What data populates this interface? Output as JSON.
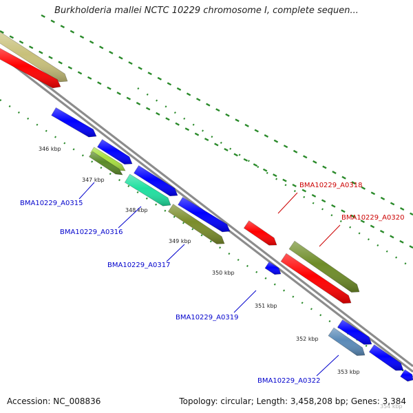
{
  "header": {
    "title": "Burkholderia mallei NCTC 10229 chromosome I, complete sequen..."
  },
  "footer": {
    "accession": "Accession: NC_008836",
    "summary": "Topology: circular; Length: 3,458,208 bp; Genes: 3,384"
  },
  "colors": {
    "backbone": "#8c8c8c",
    "tick": "#2a8a2a",
    "leader_forward": "#0000cc",
    "leader_reverse": "#cc0000",
    "label_forward": "#0000cc",
    "label_reverse": "#cc0000"
  },
  "map": {
    "kbp_labels": [
      "346 kbp",
      "347 kbp",
      "348 kbp",
      "349 kbp",
      "350 kbp",
      "351 kbp",
      "352 kbp",
      "353 kbp",
      "354 kbp"
    ],
    "features": [
      {
        "ring": "outer",
        "color": "#c8c07a"
      },
      {
        "ring": "outer",
        "color": "#ff0000"
      },
      {
        "ring": "inner",
        "color": "#0000ff"
      },
      {
        "ring": "inner",
        "color": "#0000ff"
      },
      {
        "ring": "inner",
        "color": "#a8e040"
      },
      {
        "ring": "inner",
        "color": "#5a8a28"
      },
      {
        "ring": "inner",
        "color": "#0000ff"
      },
      {
        "ring": "inner",
        "color": "#20e0a0"
      },
      {
        "ring": "inner",
        "color": "#0000ff"
      },
      {
        "ring": "inner",
        "color": "#7a8c2a"
      },
      {
        "ring": "outer",
        "color": "#ff0000"
      },
      {
        "ring": "inner",
        "color": "#0000ff"
      },
      {
        "ring": "outer",
        "color": "#6e8c28"
      },
      {
        "ring": "outer",
        "color": "#ff0000"
      },
      {
        "ring": "inner",
        "color": "#0000ff"
      },
      {
        "ring": "inner",
        "color": "#5a8ab8"
      },
      {
        "ring": "inner",
        "color": "#0000ff"
      },
      {
        "ring": "inner",
        "color": "#0000ff"
      }
    ],
    "gene_labels": [
      {
        "text": "BMA10229_A0315",
        "strand": "forward"
      },
      {
        "text": "BMA10229_A0316",
        "strand": "forward"
      },
      {
        "text": "BMA10229_A0317",
        "strand": "forward"
      },
      {
        "text": "BMA10229_A0318",
        "strand": "reverse"
      },
      {
        "text": "BMA10229_A0319",
        "strand": "forward"
      },
      {
        "text": "BMA10229_A0320",
        "strand": "reverse"
      },
      {
        "text": "BMA10229_A0322",
        "strand": "forward"
      }
    ]
  }
}
